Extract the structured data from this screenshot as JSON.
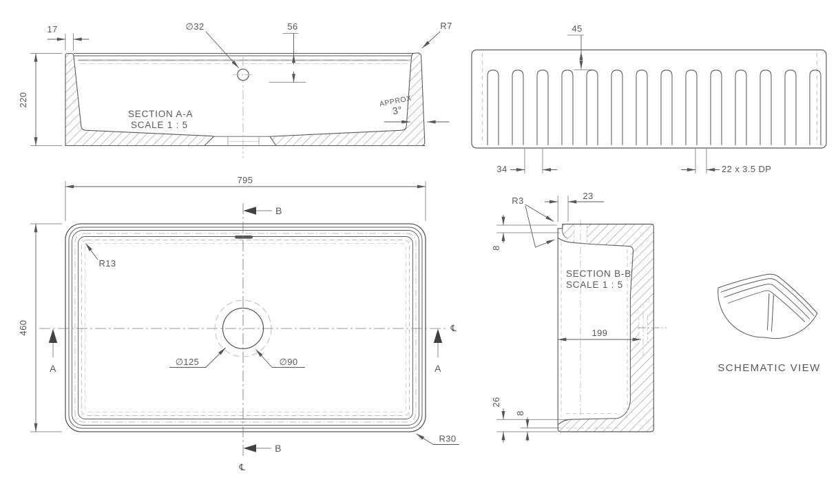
{
  "views": {
    "section_aa": {
      "name": "SECTION A-A",
      "scale": "SCALE 1 : 5",
      "dim_wall_thickness": "17",
      "dim_height": "220",
      "dim_overflow_hole": "∅32",
      "dim_overflow_offset": "56",
      "dim_top_corner_radius": "R7",
      "note_draft_word": "APPROX",
      "note_draft_angle": "3°"
    },
    "front_fluted": {
      "dim_flute_top_offset": "45",
      "dim_flute_pitch": "34",
      "dim_flute_size": "22 x 3.5 DP"
    },
    "plan": {
      "dim_width": "795",
      "dim_depth": "460",
      "dim_inner_corner_radius": "R13",
      "dim_drain_recess": "∅125",
      "dim_drain_hole": "∅90",
      "dim_outer_corner_radius": "R30",
      "section_a_label": "A",
      "section_b_label": "B",
      "centerline_symbol": "℄"
    },
    "section_bb": {
      "name": "SECTION B-B",
      "scale": "SCALE 1 : 5",
      "dim_rim_radius": "R3",
      "dim_rim_offset": "23",
      "dim_rim_step": "8",
      "dim_wall_offset": "199",
      "dim_base_height": "26",
      "dim_base_step": "8"
    },
    "schematic": {
      "label": "SCHEMATIC VIEW"
    }
  },
  "colors": {
    "line_dark": "#57585a",
    "line_light": "#b9bbbd",
    "background": "#ffffff"
  }
}
